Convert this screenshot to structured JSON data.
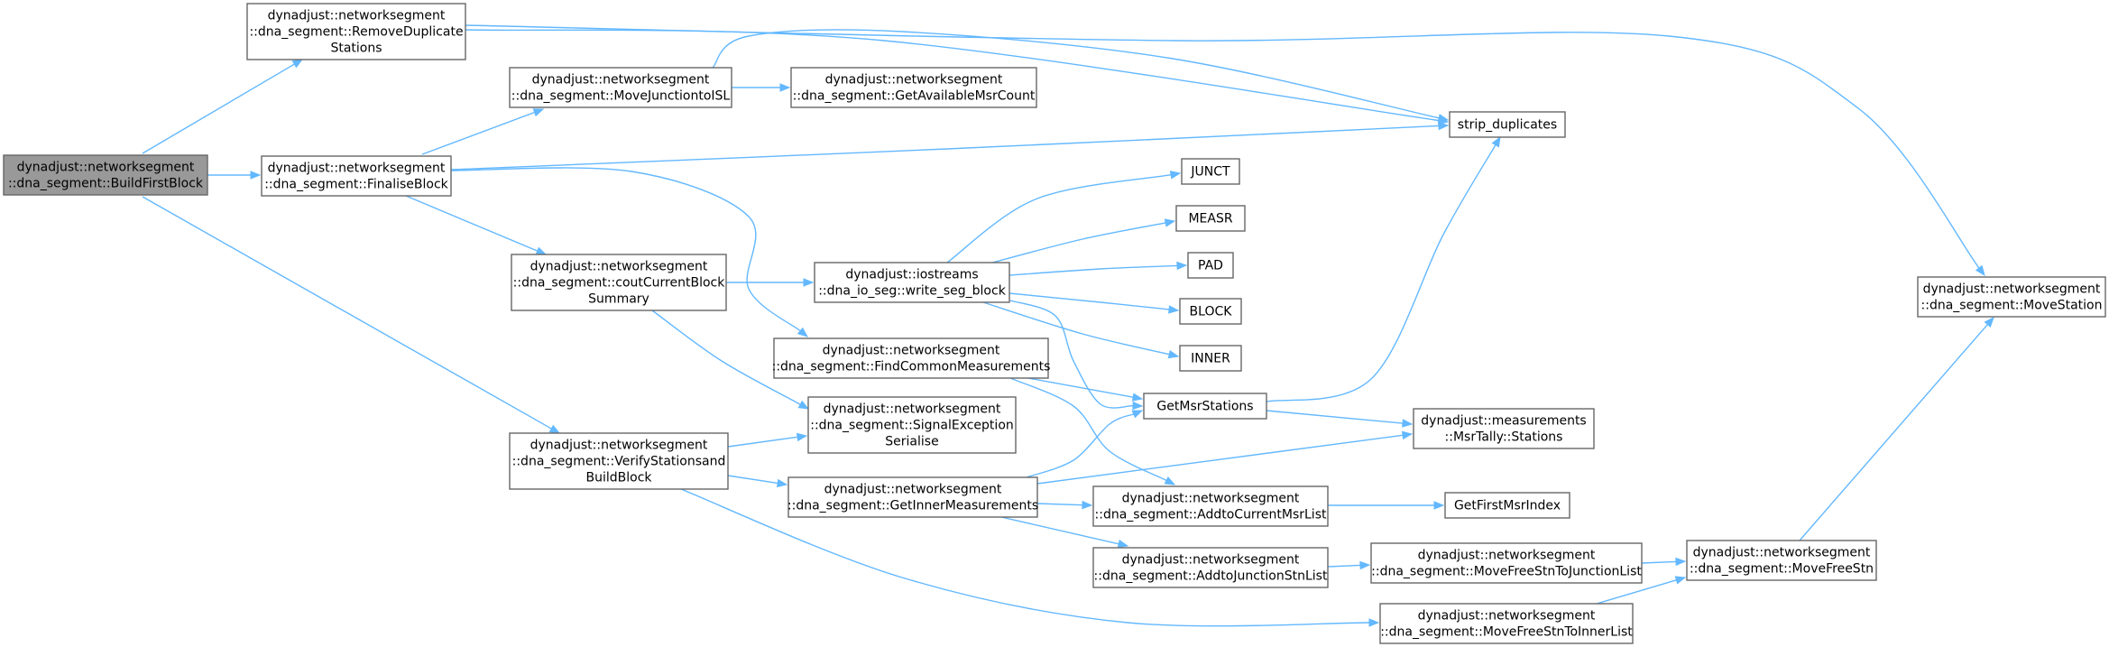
{
  "diagram": {
    "nodes": [
      {
        "id": "build_first_block",
        "lines": [
          "dynadjust::networksegment",
          "::dna_segment::BuildFirstBlock"
        ],
        "root": true
      },
      {
        "id": "remove_duplicate_stations",
        "lines": [
          "dynadjust::networksegment",
          "::dna_segment::RemoveDuplicate",
          "Stations"
        ]
      },
      {
        "id": "finalise_block",
        "lines": [
          "dynadjust::networksegment",
          "::dna_segment::FinaliseBlock"
        ]
      },
      {
        "id": "verify_stations_and_build_block",
        "lines": [
          "dynadjust::networksegment",
          "::dna_segment::VerifyStationsand",
          "BuildBlock"
        ]
      },
      {
        "id": "move_junction_to_isl",
        "lines": [
          "dynadjust::networksegment",
          "::dna_segment::MoveJunctiontoISL"
        ]
      },
      {
        "id": "cout_current_block_summary",
        "lines": [
          "dynadjust::networksegment",
          "::dna_segment::coutCurrentBlock",
          "Summary"
        ]
      },
      {
        "id": "get_available_msr_count",
        "lines": [
          "dynadjust::networksegment",
          "::dna_segment::GetAvailableMsrCount"
        ]
      },
      {
        "id": "write_seg_block",
        "lines": [
          "dynadjust::iostreams",
          "::dna_io_seg::write_seg_block"
        ]
      },
      {
        "id": "find_common_measurements",
        "lines": [
          "dynadjust::networksegment",
          "::dna_segment::FindCommonMeasurements"
        ]
      },
      {
        "id": "signal_exception_serialise",
        "lines": [
          "dynadjust::networksegment",
          "::dna_segment::SignalException",
          "Serialise"
        ]
      },
      {
        "id": "get_inner_measurements",
        "lines": [
          "dynadjust::networksegment",
          "::dna_segment::GetInnerMeasurements"
        ]
      },
      {
        "id": "junct",
        "lines": [
          "JUNCT"
        ]
      },
      {
        "id": "measr",
        "lines": [
          "MEASR"
        ]
      },
      {
        "id": "pad",
        "lines": [
          "PAD"
        ]
      },
      {
        "id": "block",
        "lines": [
          "BLOCK"
        ]
      },
      {
        "id": "inner",
        "lines": [
          "INNER"
        ]
      },
      {
        "id": "get_msr_stations",
        "lines": [
          "GetMsrStations"
        ]
      },
      {
        "id": "addto_current_msr_list",
        "lines": [
          "dynadjust::networksegment",
          "::dna_segment::AddtoCurrentMsrList"
        ]
      },
      {
        "id": "addto_junction_stn_list",
        "lines": [
          "dynadjust::networksegment",
          "::dna_segment::AddtoJunctionStnList"
        ]
      },
      {
        "id": "strip_duplicates",
        "lines": [
          "strip_duplicates"
        ]
      },
      {
        "id": "msr_tally_stations",
        "lines": [
          "dynadjust::measurements",
          "::MsrTally::Stations"
        ]
      },
      {
        "id": "get_first_msr_index",
        "lines": [
          "GetFirstMsrIndex"
        ]
      },
      {
        "id": "move_free_stn_to_junction_list",
        "lines": [
          "dynadjust::networksegment",
          "::dna_segment::MoveFreeStnToJunctionList"
        ]
      },
      {
        "id": "move_free_stn_to_inner_list",
        "lines": [
          "dynadjust::networksegment",
          "::dna_segment::MoveFreeStnToInnerList"
        ]
      },
      {
        "id": "move_free_stn",
        "lines": [
          "dynadjust::networksegment",
          "::dna_segment::MoveFreeStn"
        ]
      },
      {
        "id": "move_station",
        "lines": [
          "dynadjust::networksegment",
          "::dna_segment::MoveStation"
        ]
      }
    ],
    "edges": [
      {
        "from": "build_first_block",
        "to": "remove_duplicate_stations"
      },
      {
        "from": "build_first_block",
        "to": "finalise_block"
      },
      {
        "from": "build_first_block",
        "to": "verify_stations_and_build_block"
      },
      {
        "from": "remove_duplicate_stations",
        "to": "strip_duplicates"
      },
      {
        "from": "remove_duplicate_stations",
        "to": "move_station"
      },
      {
        "from": "finalise_block",
        "to": "move_junction_to_isl"
      },
      {
        "from": "finalise_block",
        "to": "cout_current_block_summary"
      },
      {
        "from": "finalise_block",
        "to": "find_common_measurements"
      },
      {
        "from": "finalise_block",
        "to": "strip_duplicates"
      },
      {
        "from": "move_junction_to_isl",
        "to": "get_available_msr_count"
      },
      {
        "from": "move_junction_to_isl",
        "to": "strip_duplicates"
      },
      {
        "from": "cout_current_block_summary",
        "to": "write_seg_block"
      },
      {
        "from": "cout_current_block_summary",
        "to": "signal_exception_serialise"
      },
      {
        "from": "write_seg_block",
        "to": "junct"
      },
      {
        "from": "write_seg_block",
        "to": "measr"
      },
      {
        "from": "write_seg_block",
        "to": "pad"
      },
      {
        "from": "write_seg_block",
        "to": "block"
      },
      {
        "from": "write_seg_block",
        "to": "inner"
      },
      {
        "from": "write_seg_block",
        "to": "get_msr_stations"
      },
      {
        "from": "find_common_measurements",
        "to": "get_msr_stations"
      },
      {
        "from": "find_common_measurements",
        "to": "addto_current_msr_list"
      },
      {
        "from": "verify_stations_and_build_block",
        "to": "signal_exception_serialise"
      },
      {
        "from": "verify_stations_and_build_block",
        "to": "get_inner_measurements"
      },
      {
        "from": "verify_stations_and_build_block",
        "to": "move_free_stn_to_inner_list"
      },
      {
        "from": "get_inner_measurements",
        "to": "get_msr_stations"
      },
      {
        "from": "get_inner_measurements",
        "to": "msr_tally_stations"
      },
      {
        "from": "get_inner_measurements",
        "to": "addto_current_msr_list"
      },
      {
        "from": "get_inner_measurements",
        "to": "addto_junction_stn_list"
      },
      {
        "from": "get_msr_stations",
        "to": "strip_duplicates"
      },
      {
        "from": "get_msr_stations",
        "to": "msr_tally_stations"
      },
      {
        "from": "addto_current_msr_list",
        "to": "get_first_msr_index"
      },
      {
        "from": "addto_junction_stn_list",
        "to": "move_free_stn_to_junction_list"
      },
      {
        "from": "move_free_stn_to_junction_list",
        "to": "move_free_stn"
      },
      {
        "from": "move_free_stn_to_inner_list",
        "to": "move_free_stn"
      },
      {
        "from": "move_free_stn",
        "to": "move_station"
      }
    ],
    "colors": {
      "edge": "#63b8ff",
      "node_border": "#666666",
      "root_fill": "#999999",
      "node_fill": "#ffffff",
      "text": "#000000"
    }
  }
}
